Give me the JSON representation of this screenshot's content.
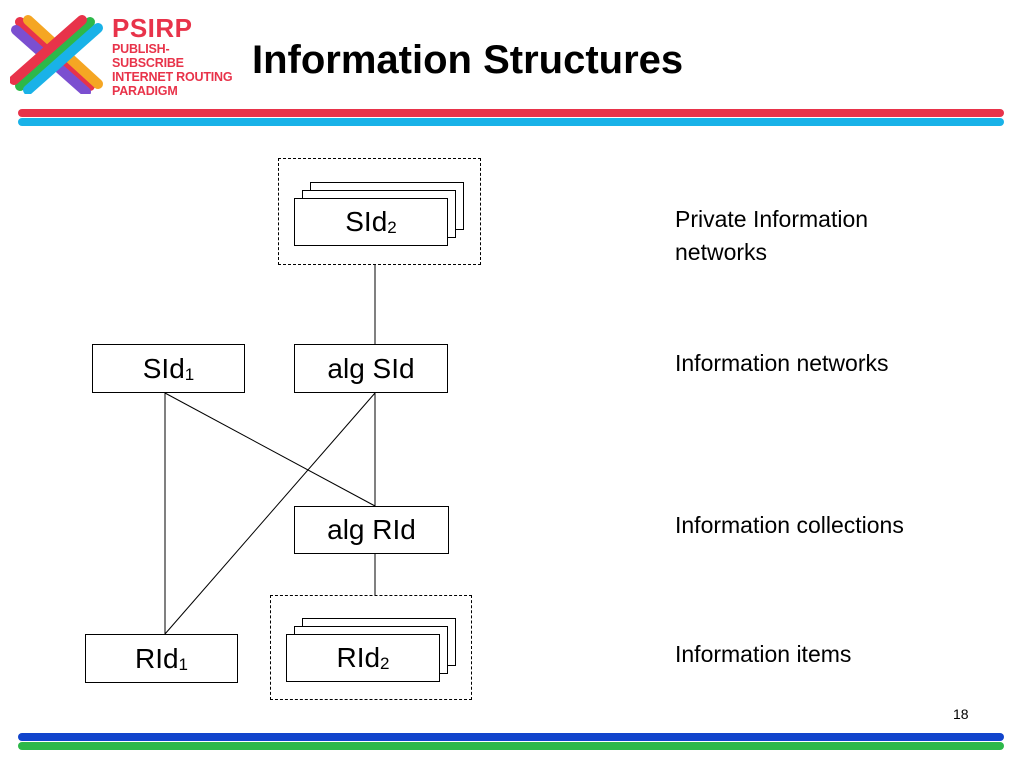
{
  "logo": {
    "title": "PSIRP",
    "line1": "PUBLISH-SUBSCRIBE",
    "line2": "INTERNET ROUTING",
    "line3": "PARADIGM"
  },
  "slide": {
    "title": "Information Structures",
    "page_number": "18"
  },
  "nodes": {
    "sid2": {
      "main": "SId",
      "sub": "2"
    },
    "sid1": {
      "main": "SId",
      "sub": "1"
    },
    "alg_sid": {
      "main": "alg SId"
    },
    "alg_rid": {
      "main": "alg RId"
    },
    "rid1": {
      "main": "RId",
      "sub": "1"
    },
    "rid2": {
      "main": "RId",
      "sub": "2"
    }
  },
  "layers": [
    {
      "label": "Private Information\nnetworks"
    },
    {
      "label": "Information networks"
    },
    {
      "label": "Information collections"
    },
    {
      "label": "Information items"
    }
  ],
  "colors": {
    "stripe_red": "#e8334a",
    "stripe_cyan": "#19b2e8",
    "stripe_blue": "#1144cc",
    "stripe_green": "#2db84a",
    "logo_red": "#e8334a"
  }
}
